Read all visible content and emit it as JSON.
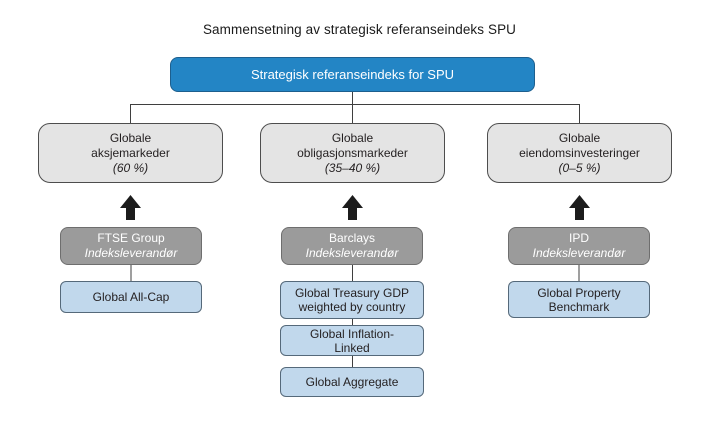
{
  "title": "Sammensetning av strategisk referanseindeks SPU",
  "root": {
    "label": "Strategisk referanseindeks for SPU"
  },
  "columns": [
    {
      "market": {
        "line1": "Globale",
        "line2": "aksjemarkeder",
        "weight": "(60 %)"
      },
      "provider": {
        "name": "FTSE Group",
        "role": "Indeksleverandør"
      },
      "indices": [
        {
          "label": "Global All-Cap"
        }
      ]
    },
    {
      "market": {
        "line1": "Globale",
        "line2": "obligasjonsmarkeder",
        "weight": "(35–40 %)"
      },
      "provider": {
        "name": "Barclays",
        "role": "Indeksleverandør"
      },
      "indices": [
        {
          "label": "Global Treasury GDP weighted by country"
        },
        {
          "label": "Global Inflation-Linked"
        },
        {
          "label": "Global Aggregate"
        }
      ]
    },
    {
      "market": {
        "line1": "Globale",
        "line2": "eiendomsinvesteringer",
        "weight": "(0–5 %)"
      },
      "provider": {
        "name": "IPD",
        "role": "Indeksleverandør"
      },
      "indices": [
        {
          "label": "Global Property Benchmark"
        }
      ]
    }
  ],
  "colors": {
    "root_fill": "#2385c5",
    "market_fill": "#e4e4e4",
    "provider_fill": "#9b9b9b",
    "index_fill": "#c1d8ec",
    "arrow": "#1c1c1c",
    "connector_line": "#3f3f3f"
  }
}
